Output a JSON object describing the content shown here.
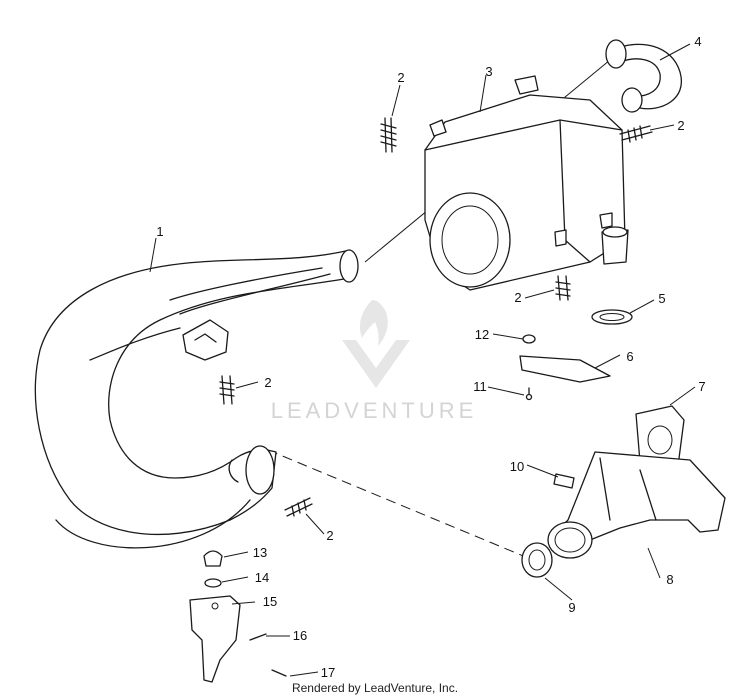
{
  "diagram": {
    "callouts": [
      "1",
      "2",
      "3",
      "4",
      "5",
      "6",
      "7",
      "8",
      "9",
      "10",
      "11",
      "12",
      "13",
      "14",
      "15",
      "16",
      "17"
    ],
    "watermark": "LEADVENTURE",
    "footer": "Rendered by LeadVenture, Inc."
  },
  "colors": {
    "line": "#1a1a1a",
    "watermark": "#d4d4d4",
    "background": "#ffffff"
  }
}
